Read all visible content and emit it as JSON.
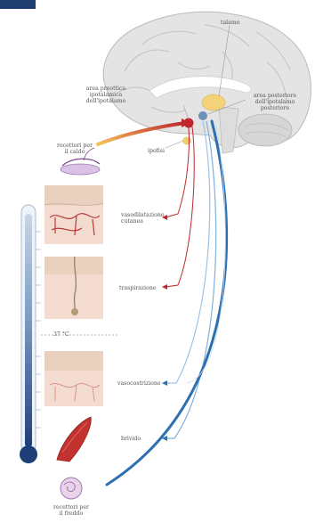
{
  "labels": {
    "area_preottica": "area preottica\nipotalamica\ndell'ipotalamo",
    "talamo": "talamo",
    "area_posteriore": "area posteriore\ndell'ipotalamo\nposteriore",
    "recettori_caldo": "recettori per\nil caldo",
    "ipofisi": "ipofisi",
    "vasodilatazione": "vasodilatazione\ncutanea",
    "traspirazione": "traspirazione",
    "temperatura": "37 °C",
    "vasocostrizione": "vasocostrizione",
    "brivido": "brivido",
    "recettori_freddo": "recettori per\nil freddo"
  },
  "colors": {
    "warm_pathway": "#c0272d",
    "cold_pathway": "#2e6fb0",
    "cold_light": "#9cc3e6",
    "header_tab": "#1f3d6e"
  }
}
